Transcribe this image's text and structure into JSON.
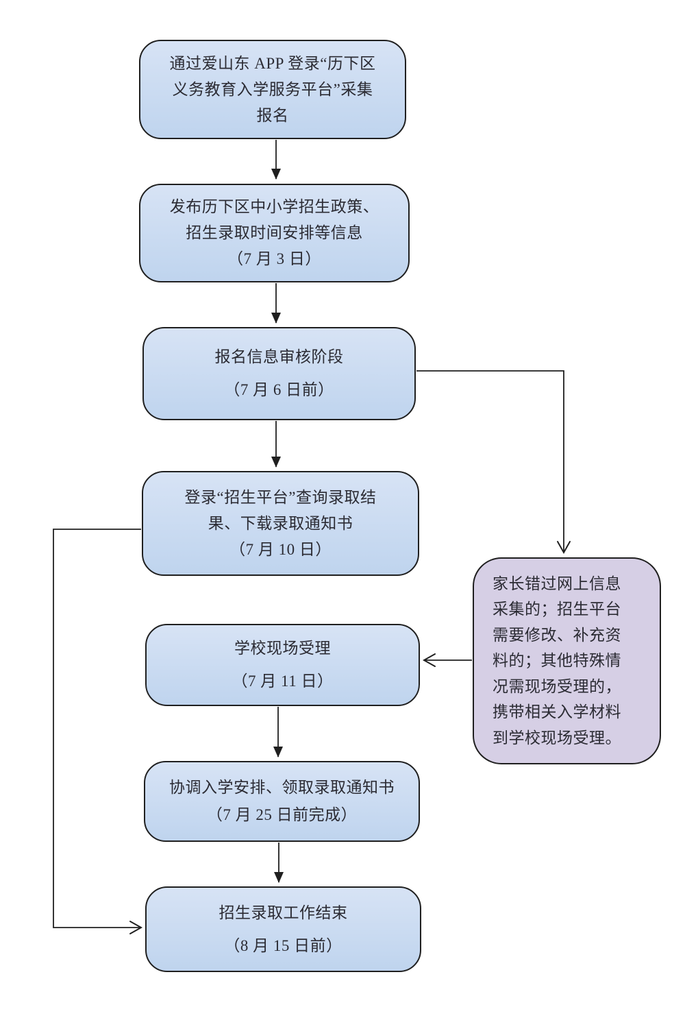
{
  "colors": {
    "background": "#ffffff",
    "node_fill_top": "#d7e3f5",
    "node_fill_bottom": "#bfd4ee",
    "node_border": "#1f1f1f",
    "note_fill": "#d6cfe5",
    "note_border": "#1f1f1f",
    "text": "#2b2b33",
    "line": "#1f1f1f"
  },
  "flowchart": {
    "nodes": [
      {
        "id": "collect",
        "lines": [
          "通过爱山东 APP 登录“历下区",
          "义务教育入学服务平台”采集",
          "报名"
        ]
      },
      {
        "id": "publish",
        "lines": [
          "发布历下区中小学招生政策、",
          "招生录取时间安排等信息",
          "（7 月 3 日）"
        ]
      },
      {
        "id": "review",
        "lines": [
          "报名信息审核阶段",
          "（7 月 6 日前）"
        ]
      },
      {
        "id": "query",
        "lines": [
          "登录“招生平台”查询录取结",
          "果、下载录取通知书",
          "（7 月 10 日）"
        ]
      },
      {
        "id": "onsite",
        "lines": [
          "学校现场受理",
          "（7 月 11 日）"
        ]
      },
      {
        "id": "coordinate",
        "lines": [
          "协调入学安排、领取录取通知书",
          "（7 月 25 日前完成）"
        ]
      },
      {
        "id": "finish",
        "lines": [
          "招生录取工作结束",
          "（8 月 15 日前）"
        ]
      }
    ],
    "side_note": {
      "lines": [
        "家长错过网上信息",
        "采集的；招生平台",
        "需要修改、补充资",
        "料的；其他特殊情",
        "况需现场受理的，",
        "携带相关入学材料",
        "到学校现场受理。"
      ]
    }
  }
}
